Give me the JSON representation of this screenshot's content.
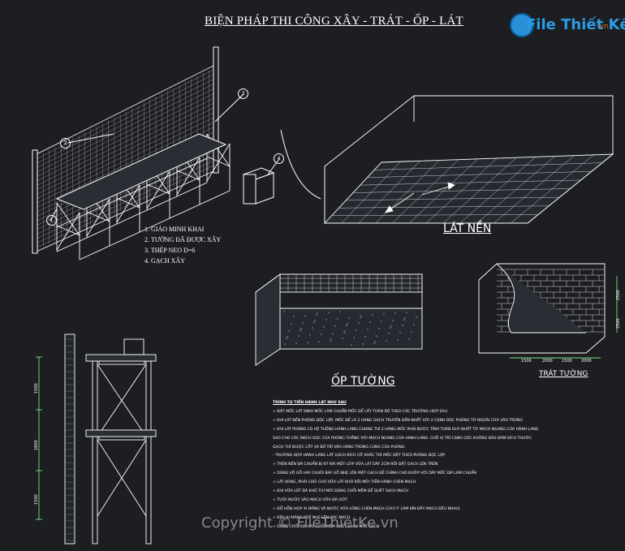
{
  "title": "BIỆN PHÁP THI CÔNG XÂY - TRÁT - ỐP - LÁT",
  "logo": {
    "brand": "File Thiết Kế",
    "tld": ".vn"
  },
  "scaffold_legend": [
    "1. GIÁO MINH KHAI",
    "2. TƯỜNG ĐÃ ĐƯỢC XÂY",
    "3. THÉP NEO D=6",
    "4. GẠCH XÂY"
  ],
  "callouts": [
    "1",
    "2",
    "3",
    "4"
  ],
  "sections": {
    "floor": "LÁT NỀN",
    "wall_tile": "ỐP TƯỜNG",
    "plaster": "TRÁT TƯỜNG"
  },
  "plaster_dims": [
    "1500",
    "2000",
    "1500",
    "2000"
  ],
  "side_dims": [
    "2500",
    "2500"
  ],
  "scaffold_dims": [
    "1500",
    "1800",
    "1500"
  ],
  "notes": {
    "heading": "TRÌNH TỰ TIẾN HÀNH LÁT NHƯ SAU",
    "lines": [
      "+ ĐẶT MỐC LÁT ĐỊNH MỐC LÀM CHUẨN MỐC ĐỂ LẤY TOÀN BỘ THEO CÁC TRƯỜNG HỢP SAU",
      "+ KHI LÁT NỀN PHÒNG ĐỘC LẬP, MỐC ĐỂ LÀ 2 HÀNG GẠCH TRUYỀN DẪN NHẤT VỚI 2 CẠNH DỌC PHÒNG TỪ NGOÀI CỬA VÀO TRONG",
      "+ KHI LÁT PHÒNG CÓ HỆ THỐNG HÀNH LANG CHUNG THÌ 2 HÀNG MỐC PHẢI ĐƯỢC TÍNH TOÁN DUY NHẤT TỪ MẠCH NGANG CỦA HÀNH LANG",
      "SAO CHO CÁC MẠCH DỌC CỦA PHÒNG THẲNG VỚI MẠCH NGANG CỦA HÀNH LANG. CHỖ VỊ TRÍ CẠNH GÓC KHÔNG BẢO ĐẢM KÍCH THƯỚC",
      "GẠCH THÌ ĐƯỢC CẮT VÀ BỐ TRÍ VÀO HÀNG TRONG CÙNG CỦA PHÒNG",
      "- TRƯỜNG HỢP HÀNH LANG LÁT GẠCH KÍCH CỠ KHÁC THÌ MỐC ĐẶT THEO PHÒNG ĐỘC LẬP",
      "+ TRÊN NỀN ĐÃ CHUẨN BỊ KỸ RẢI MỘT LỚP VỮA LÁT DÀY 2CM RỒI ĐẶT GẠCH LÊN TRÊN",
      "+ DÙNG VỒ GỖ HAY CHUÔI BAY GÕ NHẸ LÊN MẶT GẠCH ĐỂ CHỈNH CHO KHỚP VỚI DÂY MỐC ĐÃ LÀM CHUẨN",
      "+ LÁT XONG, PHẢI CHỜ CHO VỮA LÁT KHÔ RỒI MỚI TIẾN HÀNH CHÈN MẠCH",
      "+ KHI VỮA LÓT ĐÃ KHÔ THÌ MỚI DÙNG CHỔI MỀM ĐỂ QUÉT SẠCH MẠCH",
      "+ TƯỚI NƯỚC VÀO MẠCH VỮA ĐÃ ƯỚT",
      "+ ĐỔ HỖN HỢP XI MĂNG VÀ NƯỚC VỮA LỎNG CHÈN MẠCH (CHÚ Ý: LÀM KÍN ĐẦY MẠCH ĐỀU NHAU)",
      "+ RẮC XI MĂNG BỘT NHẸ LÊN CÁC MẠCH",
      "+ DÙNG CHỔI SƠ HAY CHỔI MỀM QUÉT SẠCH MẶT GẠCH"
    ]
  },
  "watermark": "Copyright © FileThietKe.vn",
  "colors": {
    "background": "#1c1e22",
    "line": "#ffffff",
    "leader": "#ff3c3c",
    "dim": "#7fe07f",
    "brick": "#d7d7d7",
    "logo_blue": "#2c9be3",
    "logo_orange": "#e36b2c"
  }
}
